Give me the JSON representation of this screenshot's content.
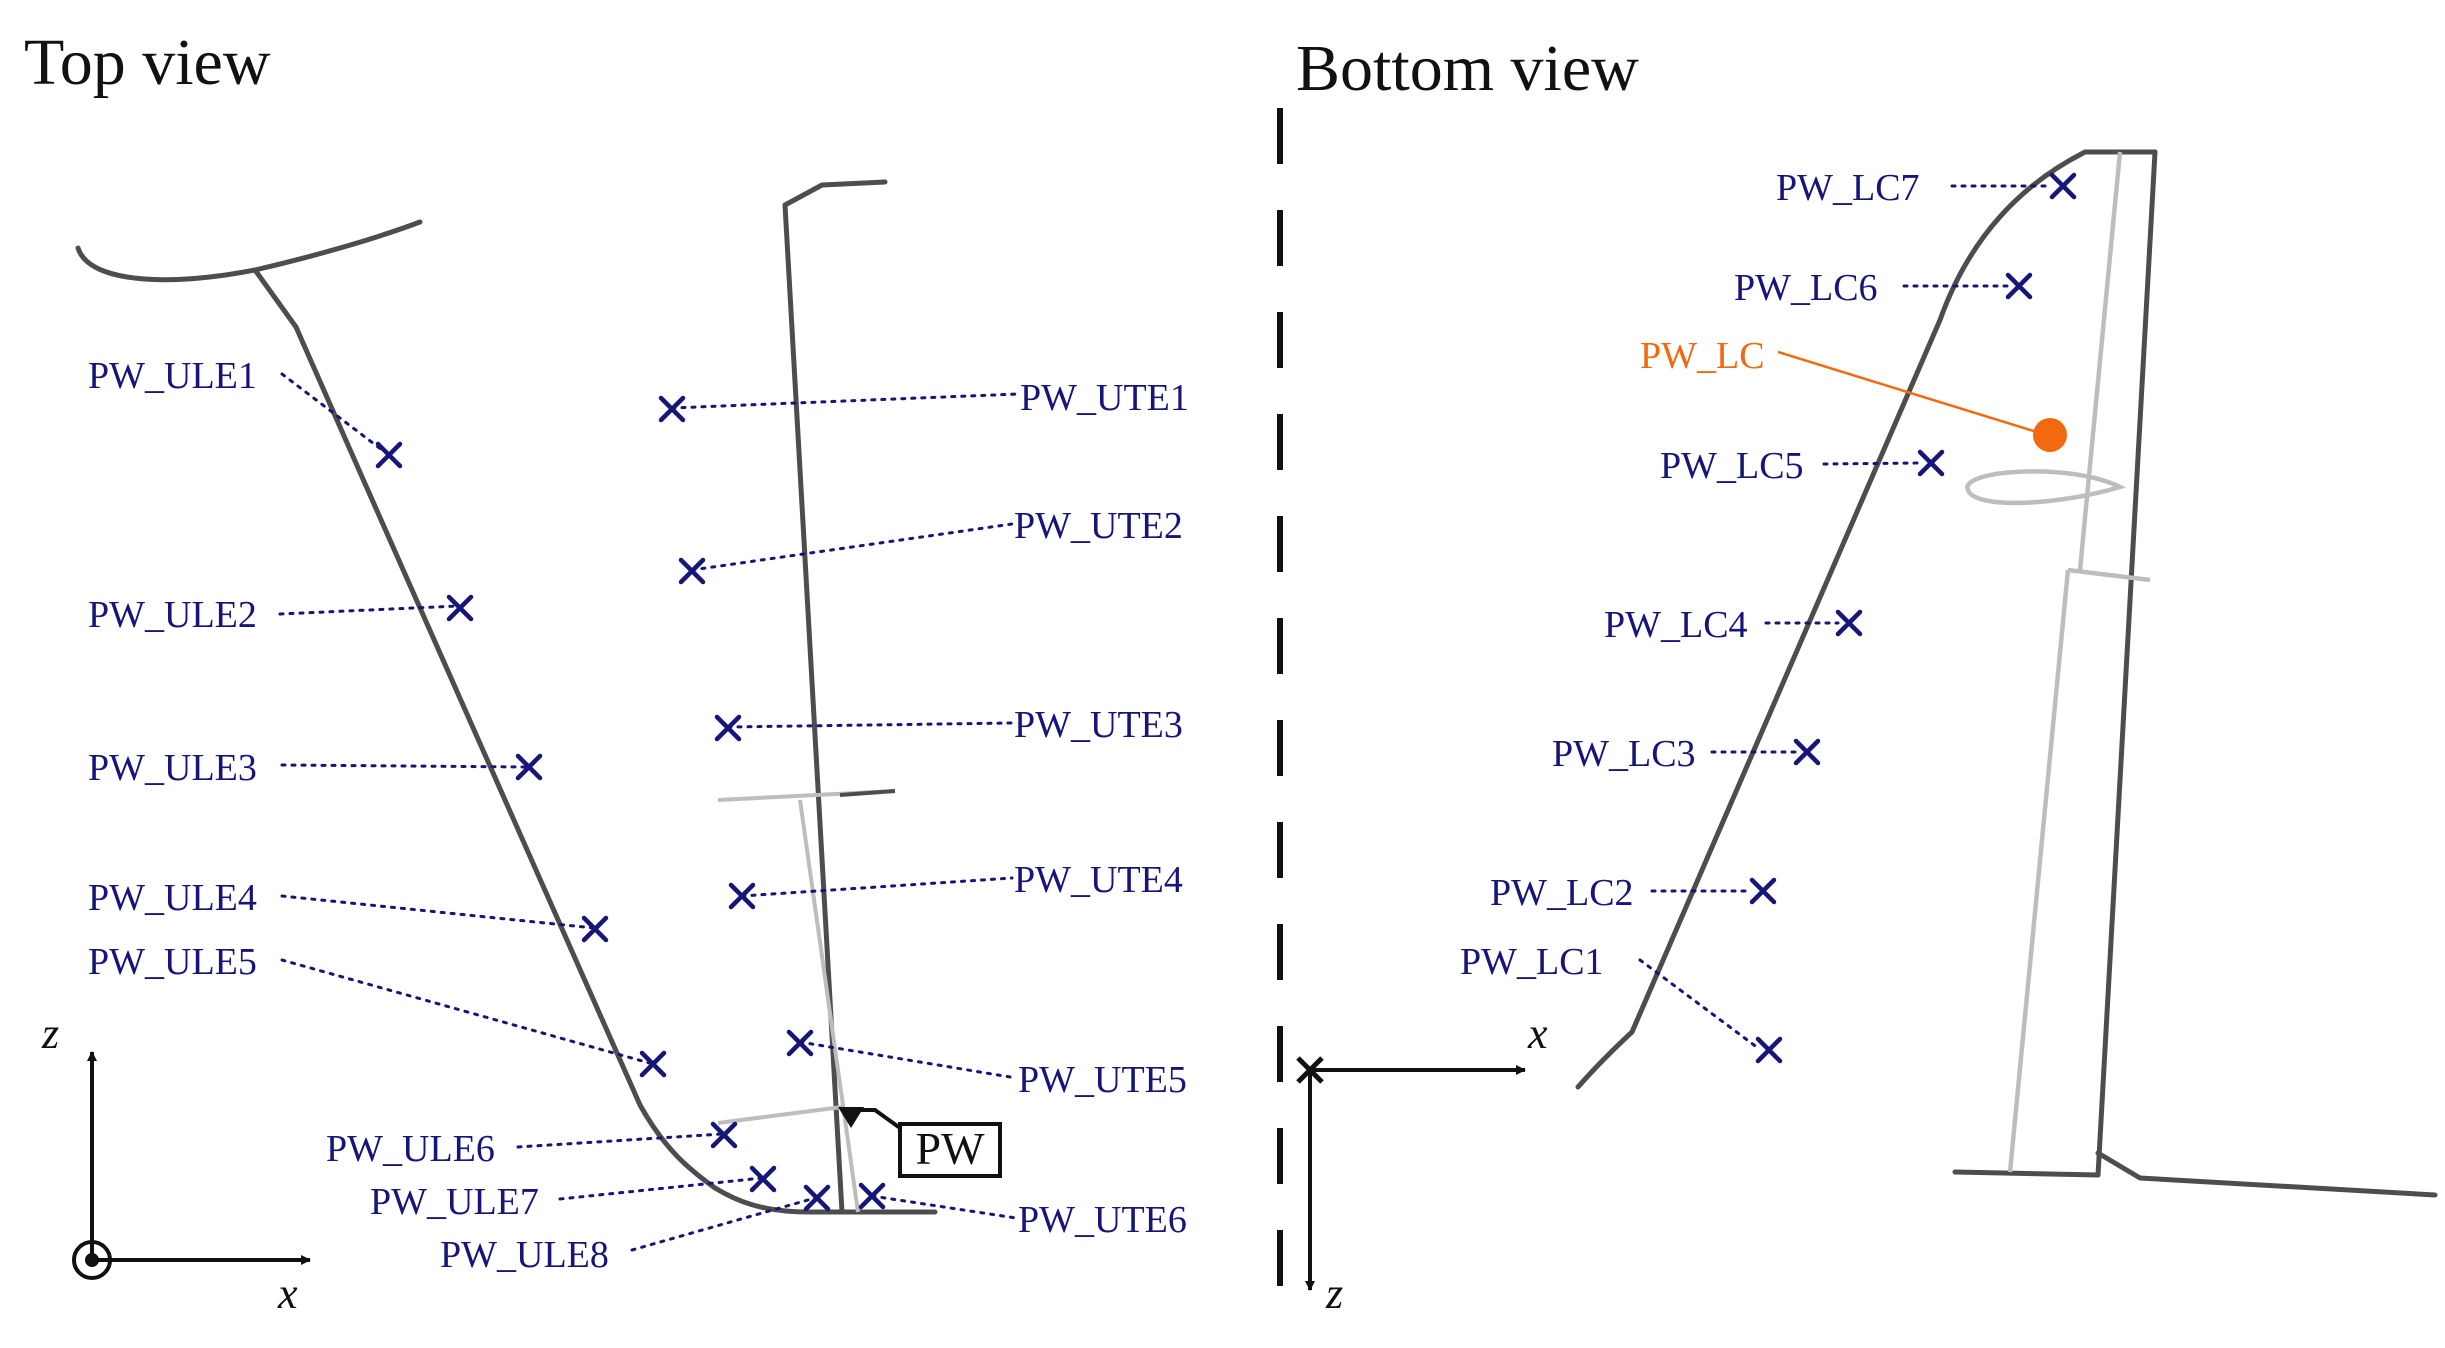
{
  "top_view": {
    "title": "Top view",
    "part_tag": "PW",
    "labels": {
      "ULE1": "PW_ULE1",
      "ULE2": "PW_ULE2",
      "ULE3": "PW_ULE3",
      "ULE4": "PW_ULE4",
      "ULE5": "PW_ULE5",
      "ULE6": "PW_ULE6",
      "ULE7": "PW_ULE7",
      "ULE8": "PW_ULE8",
      "UTE1": "PW_UTE1",
      "UTE2": "PW_UTE2",
      "UTE3": "PW_UTE3",
      "UTE4": "PW_UTE4",
      "UTE5": "PW_UTE5",
      "UTE6": "PW_UTE6"
    },
    "axes": {
      "vertical": "z",
      "horizontal": "x"
    }
  },
  "bottom_view": {
    "title": "Bottom view",
    "labels": {
      "LC7": "PW_LC7",
      "LC6": "PW_LC6",
      "LC": "PW_LC",
      "LC5": "PW_LC5",
      "LC4": "PW_LC4",
      "LC3": "PW_LC3",
      "LC2": "PW_LC2",
      "LC1": "PW_LC1"
    },
    "axes": {
      "horizontal": "x",
      "vertical": "z"
    }
  },
  "colors": {
    "label": "#15157a",
    "marker": "#15157a",
    "highlight": "#f26a10",
    "outline": "#4d4d4d",
    "light_outline": "#bdbdbd",
    "axis": "#111111"
  }
}
